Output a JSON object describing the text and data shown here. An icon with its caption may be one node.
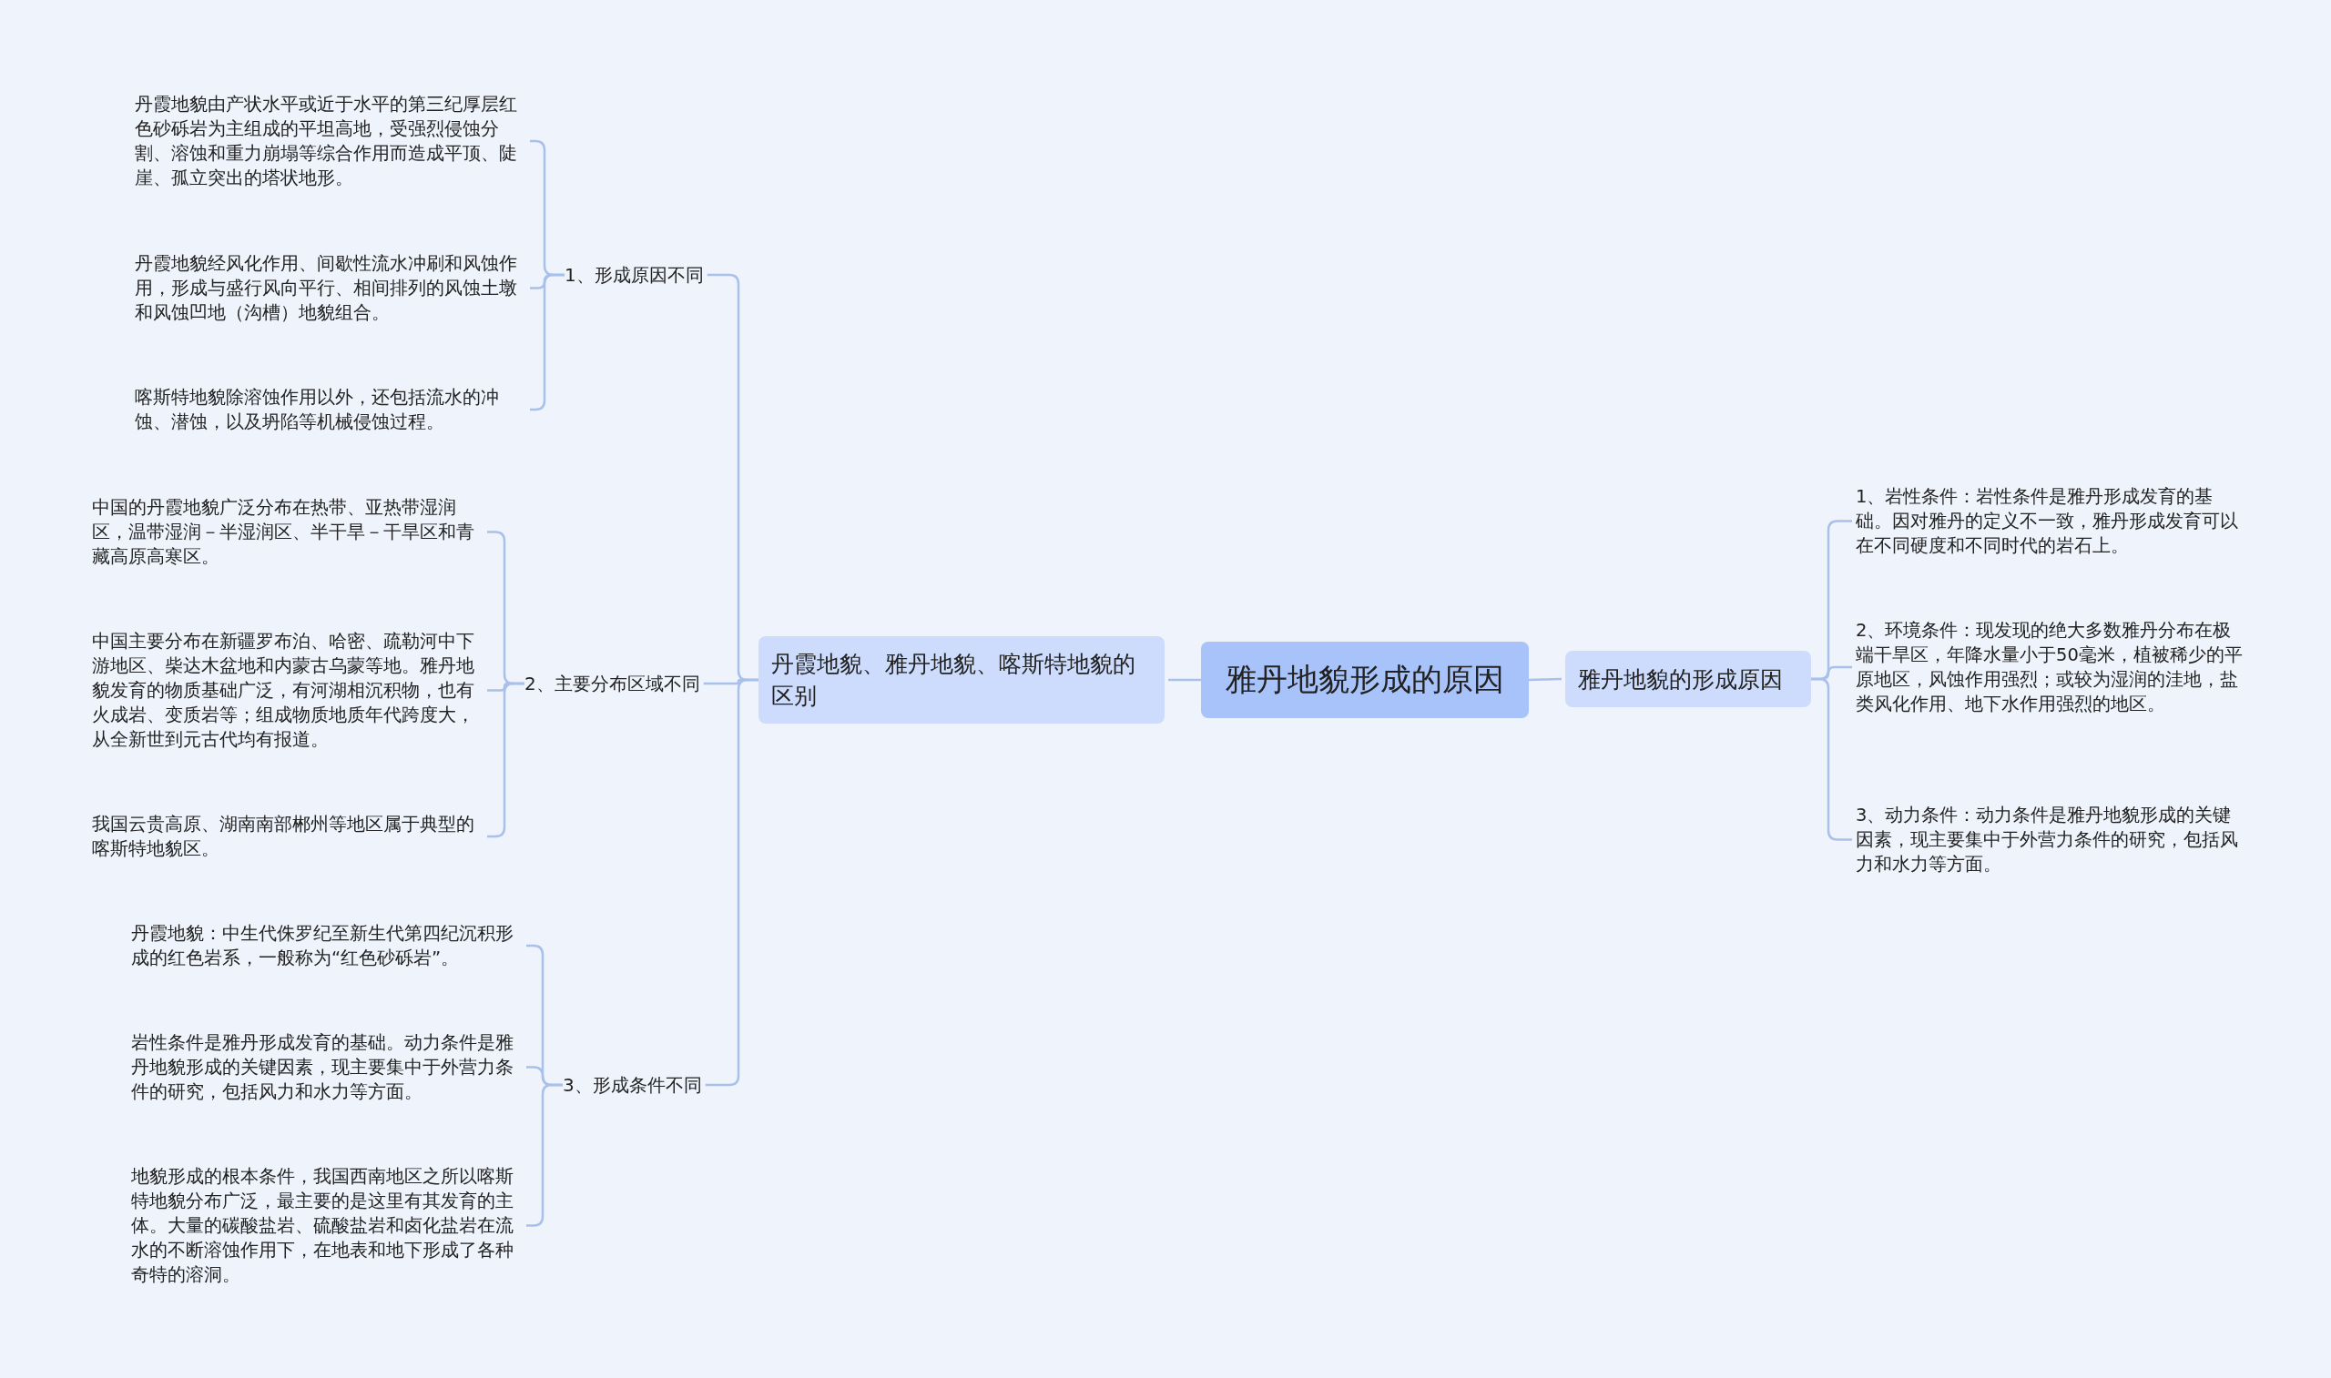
{
  "diagram": {
    "nodes": [
      {
        "text": [
          "雅丹地貌形成的原因"
        ]
      },
      {
        "text": [
          "丹霞地貌、雅丹地貌、喀斯特地貌的区别"
        ]
      },
      {
        "text": [
          "1、形成原因不同"
        ]
      },
      {
        "text": [
          "丹霞地貌由产状水平或近于水平的第三纪厚层红色砂砾岩为主组成的平坦高地，受强烈侵蚀分割、溶蚀和重力崩塌等综合作用而造成平顶、陡崖、孤立突出的塔状地形。"
        ]
      },
      {
        "text": [
          "丹霞地貌经风化作用、间歇性流水冲刷和风蚀作用，形成与盛行风向平行、相间排列的风蚀土墩和风蚀凹地（沟槽）地貌组合。"
        ]
      },
      {
        "text": [
          "喀斯特地貌除溶蚀作用以外，还包括流水的冲蚀、潜蚀，以及坍陷等机械侵蚀过程。"
        ]
      },
      {
        "text": [
          "2、主要分布区域不同"
        ]
      },
      {
        "text": [
          "中国的丹霞地貌广泛分布在热带、亚热带湿润区，温带湿润－半湿润区、半干旱－干旱区和青藏高原高寒区。"
        ]
      },
      {
        "text": [
          "中国主要分布在新疆罗布泊、哈密、疏勒河中下游地区、柴达木盆地和内蒙古乌蒙等地。雅丹地貌发育的物质基础广泛，有河湖相沉积物，也有火成岩、变质岩等；组成物质地质年代跨度大，从全新世到元古代均有报道。"
        ]
      },
      {
        "text": [
          "我国云贵高原、湖南南部郴州等地区属于典型的喀斯特地貌区。"
        ]
      },
      {
        "text": [
          "3、形成条件不同"
        ]
      },
      {
        "text": [
          "丹霞地貌：中生代侏罗纪至新生代第四纪沉积形成的红色岩系，一般称为“红色砂砾岩”。"
        ]
      },
      {
        "text": [
          "岩性条件是雅丹形成发育的基础。动力条件是雅丹地貌形成的关键因素，现主要集中于外营力条件的研究，包括风力和水力等方面。"
        ]
      },
      {
        "text": [
          "地貌形成的根本条件，我国西南地区之所以喀斯特地貌分布广泛，最主要的是这里有其发育的主体。大量的碳酸盐岩、硫酸盐岩和卤化盐岩在流水的不断溶蚀作用下，在地表和地下形成了各种奇特的溶洞。"
        ]
      },
      {
        "text": [
          "雅丹地貌的形成原因"
        ]
      },
      {
        "text": [
          "1、岩性条件：岩性条件是雅丹形成发育的基础。因对雅丹的定义不一致，雅丹形成发育可以在不同硬度和不同时代的岩石上。"
        ]
      },
      {
        "text": [
          "2、环境条件：现发现的绝大多数雅丹分布在极端干旱区，年降水量小于50毫米，植被稀少的平原地区，风蚀作用强烈；或较为湿润的洼地，盐类风化作用、地下水作用强烈的地区。"
        ]
      },
      {
        "text": [
          "3、动力条件：动力条件是雅丹地貌形成的关键因素，现主要集中于外营力条件的研究，包括风力和水力等方面。"
        ]
      }
    ],
    "edges": [
      {
        "from": 0,
        "to": 1,
        "arrow": "none"
      },
      {
        "from": 1,
        "to": 2,
        "arrow": "none"
      },
      {
        "from": 2,
        "to": 3,
        "arrow": "none"
      },
      {
        "from": 2,
        "to": 4,
        "arrow": "none"
      },
      {
        "from": 2,
        "to": 5,
        "arrow": "none"
      },
      {
        "from": 1,
        "to": 6,
        "arrow": "none"
      },
      {
        "from": 6,
        "to": 7,
        "arrow": "none"
      },
      {
        "from": 6,
        "to": 8,
        "arrow": "none"
      },
      {
        "from": 6,
        "to": 9,
        "arrow": "none"
      },
      {
        "from": 1,
        "to": 10,
        "arrow": "none"
      },
      {
        "from": 10,
        "to": 11,
        "arrow": "none"
      },
      {
        "from": 10,
        "to": 12,
        "arrow": "none"
      },
      {
        "from": 10,
        "to": 13,
        "arrow": "none"
      },
      {
        "from": 0,
        "to": 14,
        "arrow": "none"
      },
      {
        "from": 14,
        "to": 15,
        "arrow": "none"
      },
      {
        "from": 14,
        "to": 16,
        "arrow": "none"
      },
      {
        "from": 14,
        "to": 17,
        "arrow": "none"
      }
    ]
  }
}
